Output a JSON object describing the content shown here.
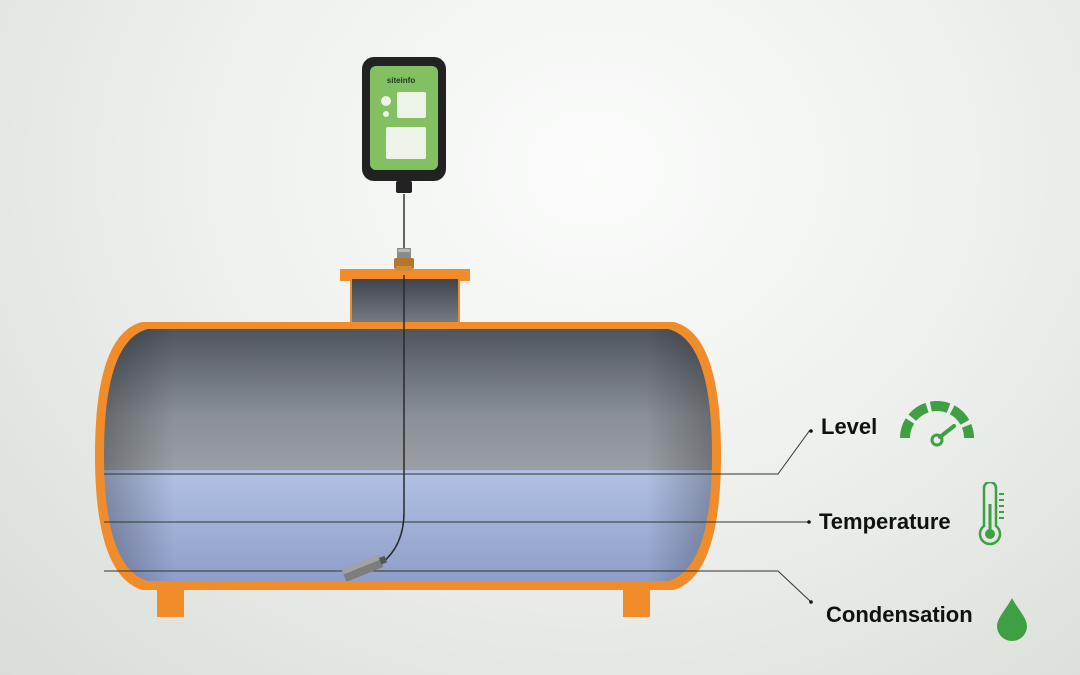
{
  "device": {
    "brand": "siteinfo"
  },
  "measurements": [
    {
      "label": "Level",
      "icon": "gauge-icon"
    },
    {
      "label": "Temperature",
      "icon": "thermometer-icon"
    },
    {
      "label": "Condensation",
      "icon": "water-drop-icon"
    }
  ],
  "colors": {
    "tank_outline": "#f08c2a",
    "tank_body": "#6e747c",
    "liquid": "#a9b7dc",
    "device_body": "#222222",
    "device_panel": "#82c062",
    "icon_accent": "#3ea043"
  },
  "liquid_fill_fraction": 0.45
}
